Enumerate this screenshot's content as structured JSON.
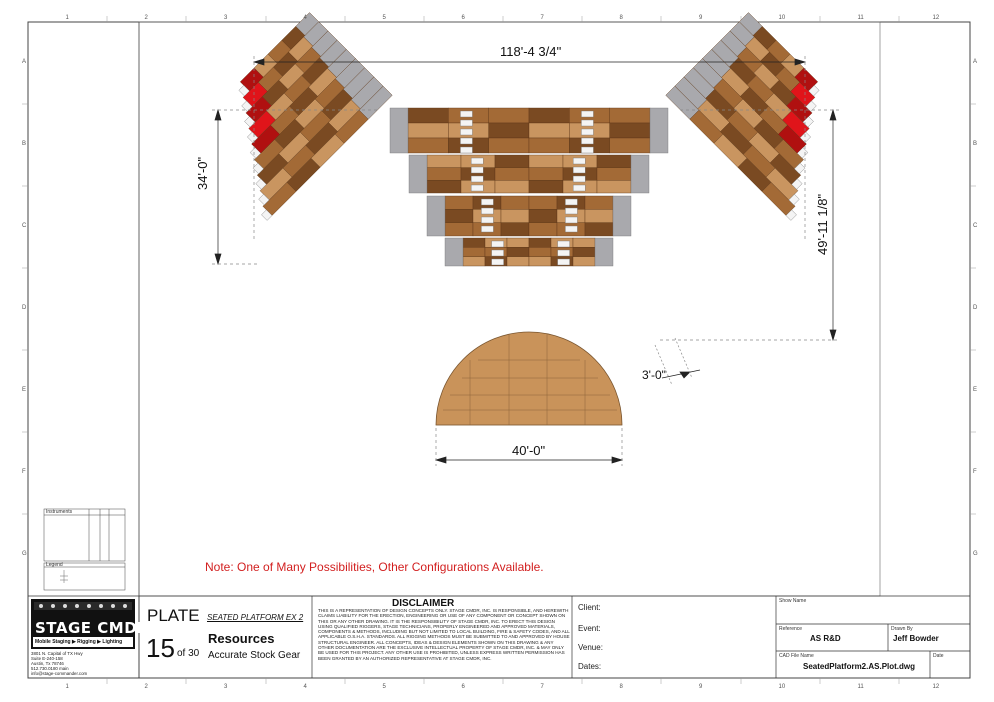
{
  "drawing": {
    "dimensions": {
      "overall_width": "118'-4 3/4''",
      "wing_depth": "34'-0\"",
      "overall_depth": "49'-11 1/8\"",
      "aisle_width": "3'-0\"",
      "stage_width": "40'-0\""
    },
    "note": "Note: One of Many Possibilities, Other Configurations Available.",
    "colors": {
      "dark_wood": "#7a4a22",
      "mid_wood": "#a36a36",
      "light_wood": "#c99560",
      "stage": "#c9935a",
      "gray_riser": "#a9a9ad",
      "red_accent": "#e0141a"
    }
  },
  "grid": {
    "columns": [
      "1",
      "2",
      "3",
      "4",
      "5",
      "6",
      "7",
      "8",
      "9",
      "10",
      "11",
      "12"
    ],
    "rows": [
      "A",
      "B",
      "C",
      "D",
      "E",
      "F",
      "G"
    ]
  },
  "legend": {
    "instruments_title": "Instruments",
    "legend_title": "Legend"
  },
  "title_block": {
    "company": {
      "logo_text": "STAGE CMDR",
      "tagline": "Mobile Staging ▶ Rigging ▶ Lighting",
      "address": [
        "3801 N. Capital of TX Hwy",
        "Suite E-240-158",
        "Austin, Tx 78746",
        "512.730.0180 main",
        "info@stage-commander.com"
      ]
    },
    "plate_label": "PLATE",
    "plate_name": "SEATED PLATFORM EX 2",
    "plate_number": "15",
    "plate_of": "of 30",
    "section": "Resources",
    "subsection": "Accurate Stock Gear",
    "disclaimer_title": "DISCLAIMER",
    "disclaimer_text": "This is a representation of design concepts only. Stage CMDR, Inc. is responsible, and herewith claims liability for the erection, engineering or use of any component or concept shown on this or any other drawing. It is the responsibility of Stage CMDR, Inc. to erect this design using qualified riggers, stage technicians, properly engineered and approved materials, components & methods, including but not limited to local building, fire & safety codes, and all applicable O.S.H.A. standards. All rigging methods must be submitted to and approved by house structural engineer. All concepts, ideas & design elements shown on this drawing & any other documentation are the exclusive intellectual property of Stage CMDR, Inc. & may only be used for this project. Any other use is prohibited, unless express written permission has been granted by an authorized representative at Stage CMDR, Inc.",
    "client_label": "Client:",
    "event_label": "Event:",
    "venue_label": "Venue:",
    "dates_label": "Dates:",
    "show_name_label": "Show Name",
    "reference_label": "Reference",
    "reference_value": "AS R&D",
    "drawn_by_label": "Drawn By",
    "drawn_by_value": "Jeff Bowder",
    "cad_file_label": "CAD File Name",
    "cad_file_value": "SeatedPlatform2.AS.Plot.dwg",
    "date_label": "Date"
  }
}
